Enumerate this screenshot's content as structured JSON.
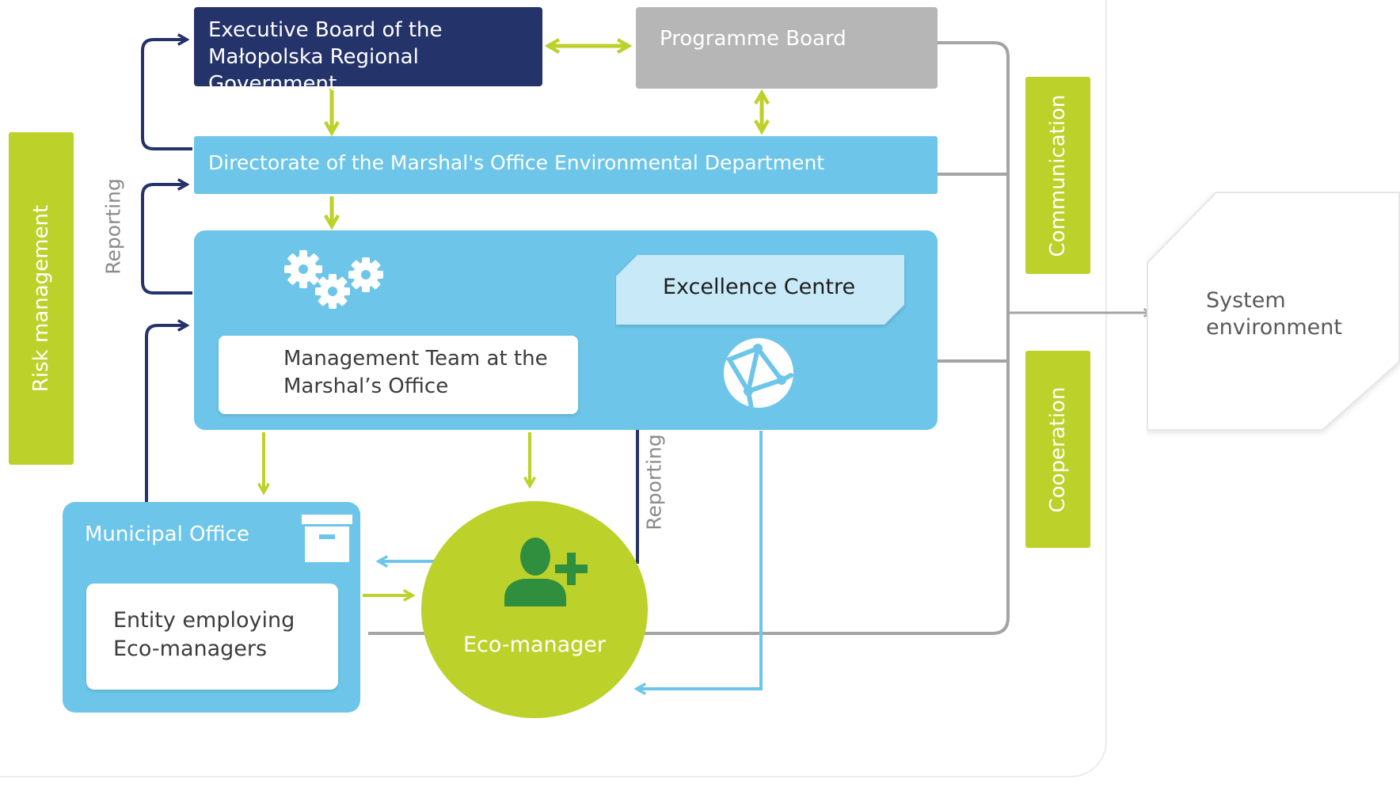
{
  "diagram": {
    "executive_board": "Executive Board of the Małopolska Regional Government",
    "programme_board": "Programme Board",
    "directorate": "Directorate of the Marshal's Office Environmental Department",
    "excellence_centre": "Excellence Centre",
    "management_team": "Management Team at the Marshal’s Office",
    "municipal_office": "Municipal Office",
    "entity": "Entity employing Eco-managers",
    "eco_manager": "Eco-manager",
    "risk_management": "Risk management",
    "communication": "Communication",
    "cooperation": "Cooperation",
    "system_environment": "System environment",
    "reporting_left": "Reporting",
    "reporting_center": "Reporting"
  },
  "colors": {
    "navy": "#25336b",
    "light_blue": "#6dc6e9",
    "pale_blue": "#c7e9f8",
    "lime": "#bdd12b",
    "grey_box": "#b6b6b6",
    "grey_line": "#a4a4a4",
    "eco_icon_green": "#2f8f3e",
    "arrow_blue": "#6dc6e9"
  },
  "icons": [
    "gears-icon",
    "globe-network-icon",
    "archive-box-icon",
    "person-add-icon"
  ]
}
